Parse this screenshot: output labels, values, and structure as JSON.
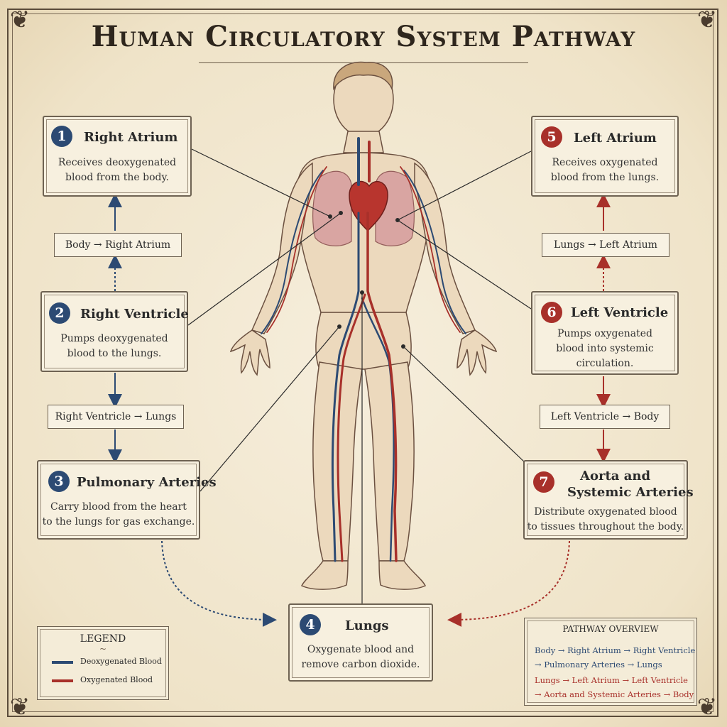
{
  "title": "Human Circulatory System Pathway",
  "colors": {
    "deoxygenated": "#2c4a73",
    "oxygenated": "#a8302a",
    "ink": "#2a2a2a",
    "paper": "#f3ead6"
  },
  "cards": [
    {
      "num": "1",
      "title": "Right Atrium",
      "desc1": "Receives deoxygenated",
      "desc2": "blood from the body.",
      "tone": "blue"
    },
    {
      "num": "2",
      "title": "Right Ventricle",
      "desc1": "Pumps deoxygenated",
      "desc2": "blood to the lungs.",
      "tone": "blue"
    },
    {
      "num": "3",
      "title": "Pulmonary Arteries",
      "desc1": "Carry blood from the heart",
      "desc2": "to the lungs for gas exchange.",
      "tone": "blue"
    },
    {
      "num": "4",
      "title": "Lungs",
      "desc1": "Oxygenate blood and",
      "desc2": "remove carbon dioxide.",
      "tone": "blue"
    },
    {
      "num": "5",
      "title": "Left Atrium",
      "desc1": "Receives oxygenated",
      "desc2": "blood from the lungs.",
      "tone": "red"
    },
    {
      "num": "6",
      "title": "Left Ventricle",
      "desc1": "Pumps oxygenated",
      "desc2": "blood into systemic",
      "desc3": "circulation.",
      "tone": "red"
    },
    {
      "num": "7",
      "title1": "Aorta and",
      "title2": "Systemic Arteries",
      "desc1": "Distribute oxygenated blood",
      "desc2": "to tissues throughout the body.",
      "tone": "red"
    }
  ],
  "steps": {
    "body_to_ra": "Body → Right Atrium",
    "rv_to_lungs": "Right Ventricle → Lungs",
    "lungs_to_la": "Lungs → Left Atrium",
    "lv_to_body": "Left Ventricle → Body"
  },
  "legend": {
    "title": "LEGEND",
    "flourish": "~",
    "deoxygenated": "Deoxygenated Blood",
    "oxygenated": "Oxygenated Blood"
  },
  "overview": {
    "title": "PATHWAY OVERVIEW",
    "line1": "Body → Right Atrium → Right Ventricle",
    "line2": "→ Pulmonary Arteries → Lungs",
    "line3": "Lungs → Left Atrium → Left Ventricle",
    "line4": "→ Aorta and Systemic Arteries → Body"
  },
  "icons": {
    "corner": "fleuron-icon"
  }
}
